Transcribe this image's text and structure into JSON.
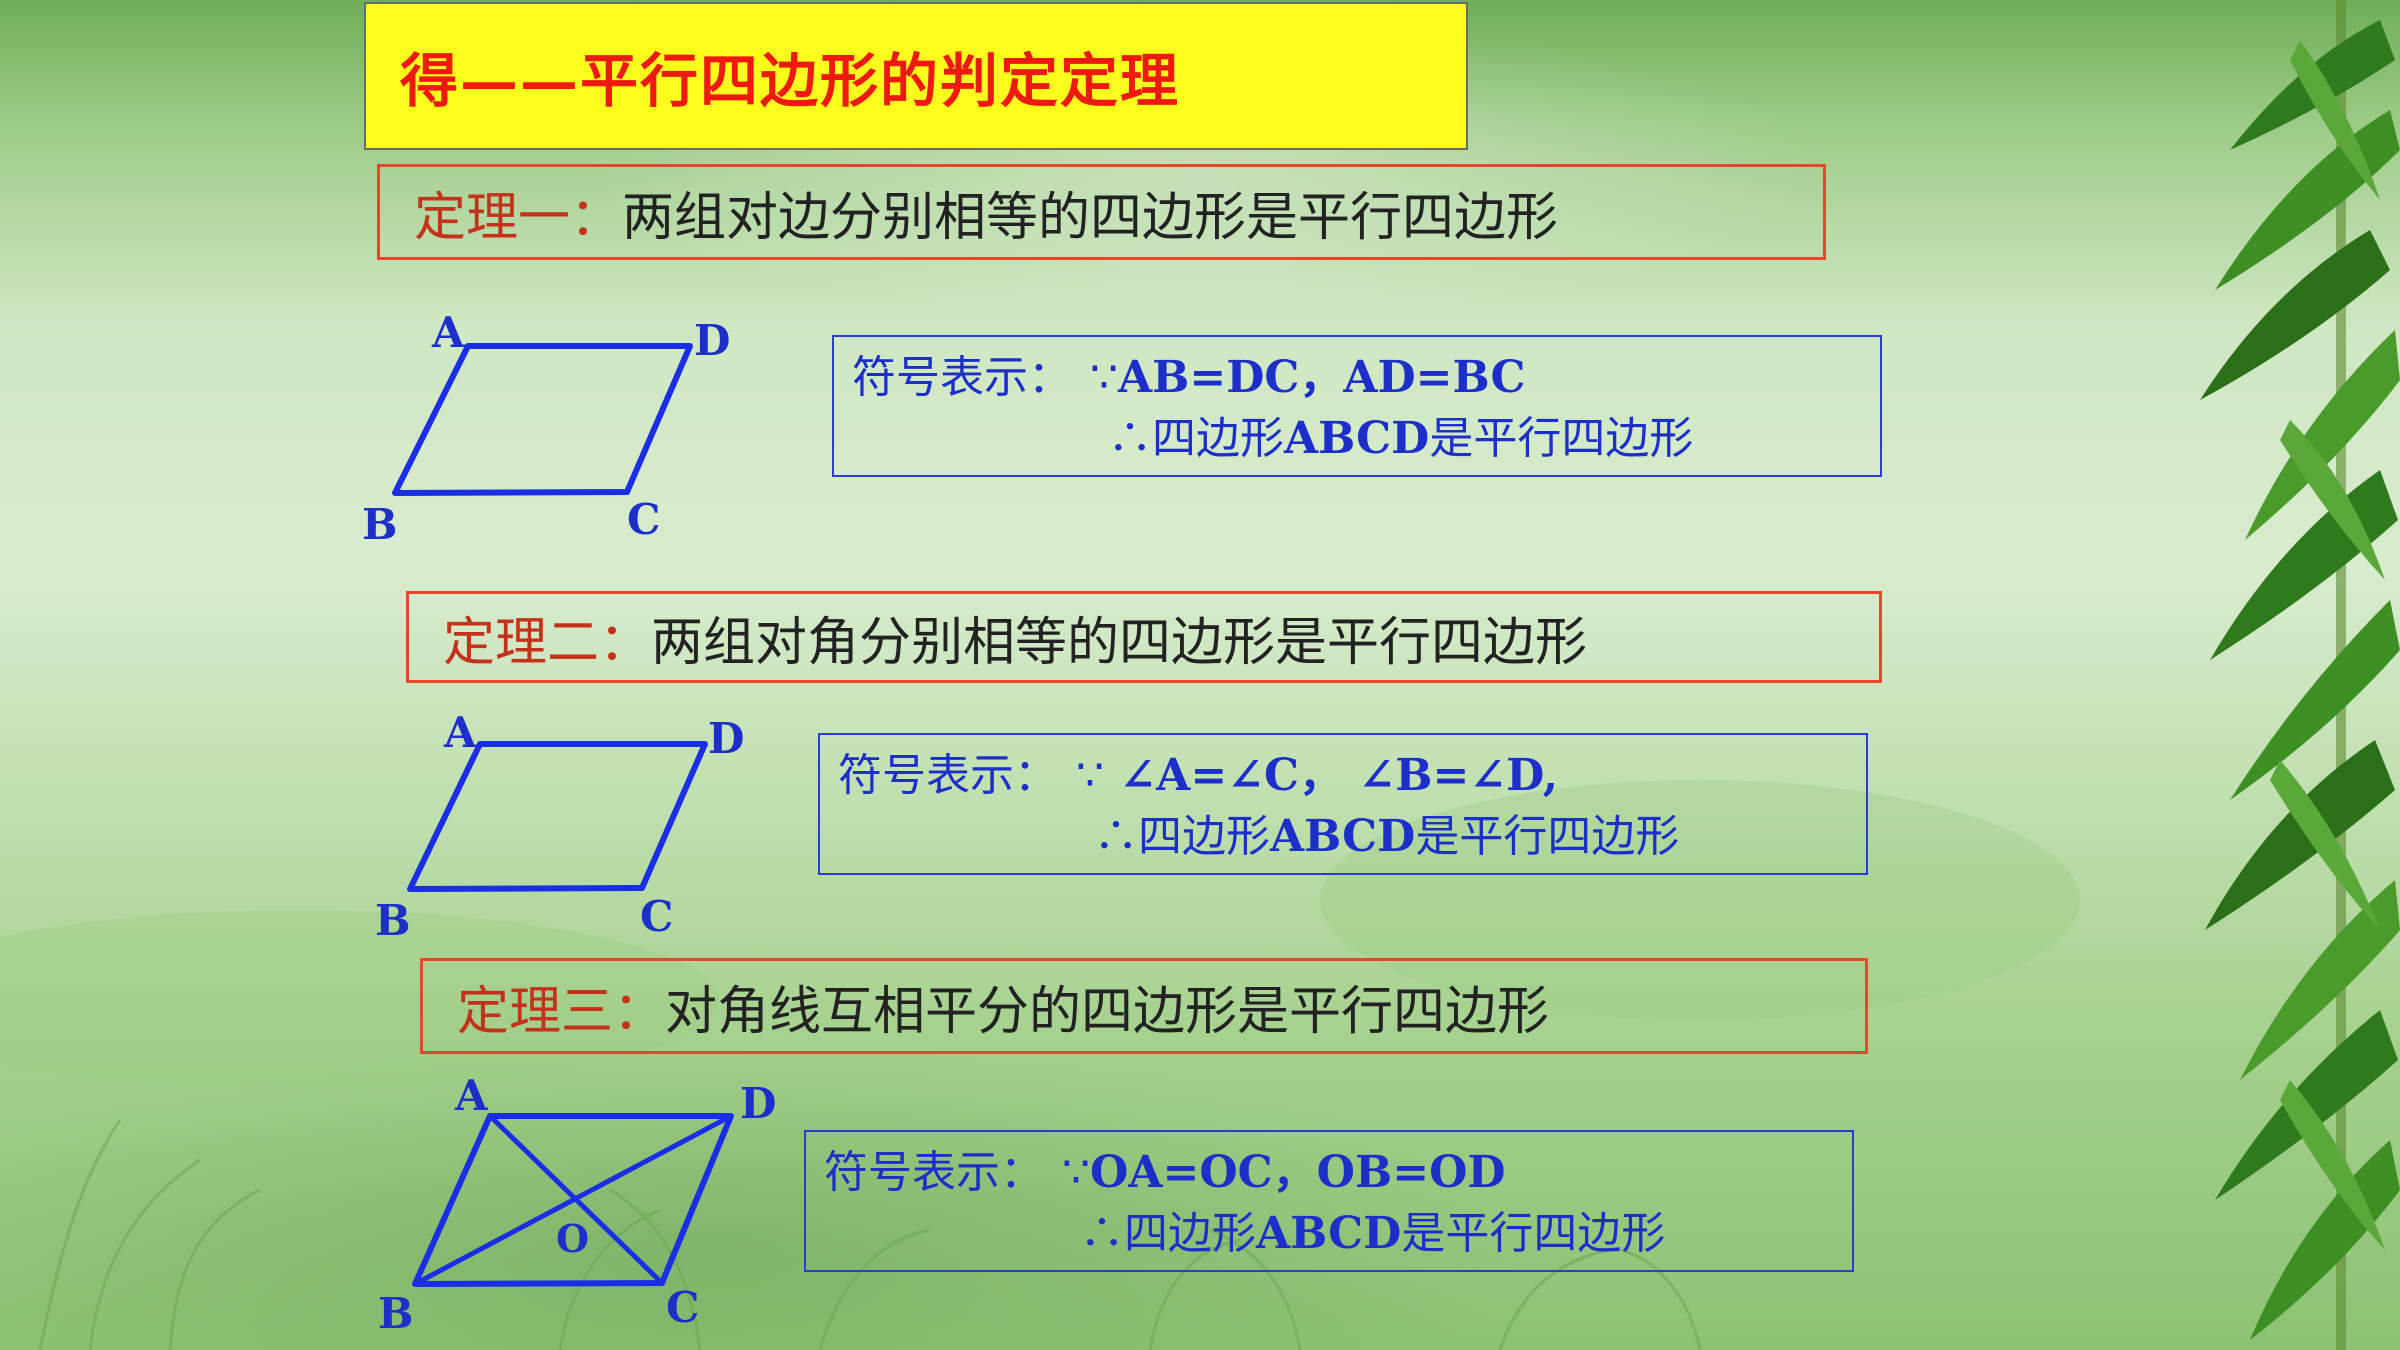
{
  "title": "得——平行四边形的判定定理",
  "theorems": [
    {
      "label": "定理一",
      "colon": "：",
      "text": "两组对边分别相等的四边形是平行四边形",
      "symbol_label": "符号表示：",
      "because": "∵",
      "condition": "AB=DC，AD=BC",
      "therefore": "∴",
      "conclusion_pre": "四边形",
      "conclusion_name": "ABCD",
      "conclusion_post": "是平行四边形"
    },
    {
      "label": "定理二",
      "colon": "：",
      "text": "两组对角分别相等的四边形是平行四边形",
      "symbol_label": "符号表示：",
      "because": "∵",
      "condition": " ∠A=∠C， ∠B=∠D,",
      "therefore": "∴",
      "conclusion_pre": "四边形",
      "conclusion_name": "ABCD",
      "conclusion_post": "是平行四边形"
    },
    {
      "label": "定理三",
      "colon": "：",
      "text": "对角线互相平分的四边形是平行四边形",
      "symbol_label": "符号表示：",
      "because": "∵",
      "condition": "OA=OC，OB=OD",
      "therefore": "∴",
      "conclusion_pre": "四边形",
      "conclusion_name": "ABCD",
      "conclusion_post": "是平行四边形"
    }
  ],
  "figures": [
    {
      "vertices": {
        "A": "A",
        "B": "B",
        "C": "C",
        "D": "D"
      }
    },
    {
      "vertices": {
        "A": "A",
        "B": "B",
        "C": "C",
        "D": "D"
      }
    },
    {
      "vertices": {
        "A": "A",
        "B": "B",
        "C": "C",
        "D": "D"
      },
      "center": "O"
    }
  ],
  "colors": {
    "title_bg": "#ffff1e",
    "title_text": "#ee1a10",
    "theorem_border": "#e8462c",
    "symbol_blue": "#1c2fc8",
    "figure_stroke": "#1a2ee6"
  },
  "decorations": {
    "right_edge": "bamboo-leaves",
    "background": "green-field-landscape"
  }
}
